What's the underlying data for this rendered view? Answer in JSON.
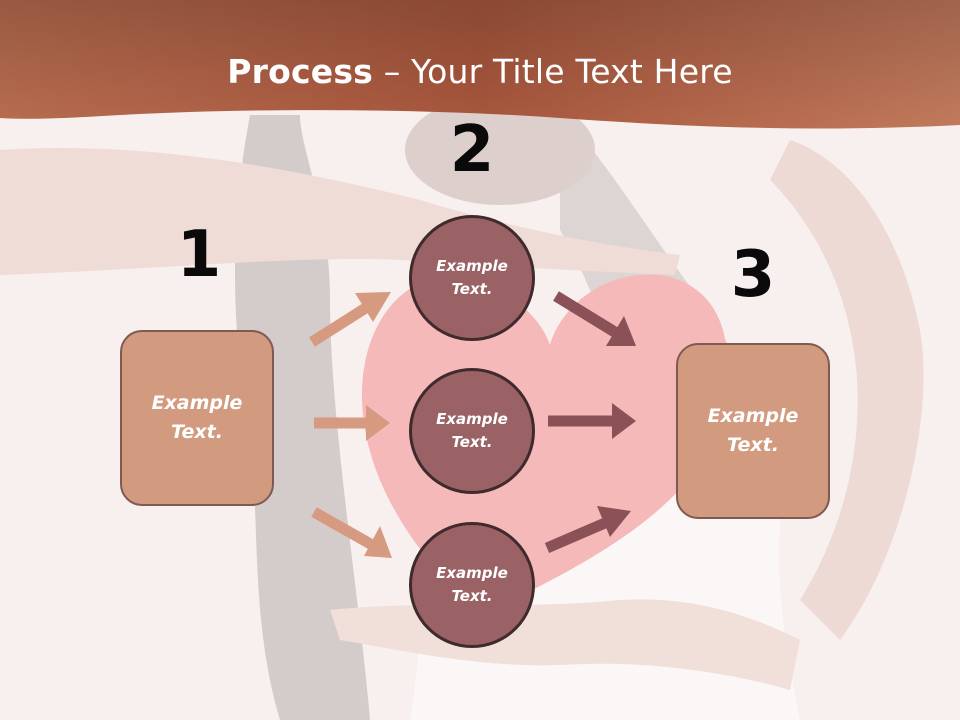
{
  "slide": {
    "title_bold": "Process",
    "title_rest": " – Your Title Text Here"
  },
  "steps": [
    {
      "number": "1",
      "text": "Example Text."
    },
    {
      "number": "2",
      "text": "Example Text."
    },
    {
      "number": "3",
      "text": "Example Text."
    }
  ],
  "circles": [
    {
      "text": "Example Text."
    },
    {
      "text": "Example Text."
    },
    {
      "text": "Example Text."
    }
  ],
  "colors": {
    "header": "#b46a4c",
    "box_fill": "#d29b80",
    "circle_fill": "#9b6266",
    "arrow_light": "#d69a80",
    "arrow_dark": "#8a5257"
  }
}
